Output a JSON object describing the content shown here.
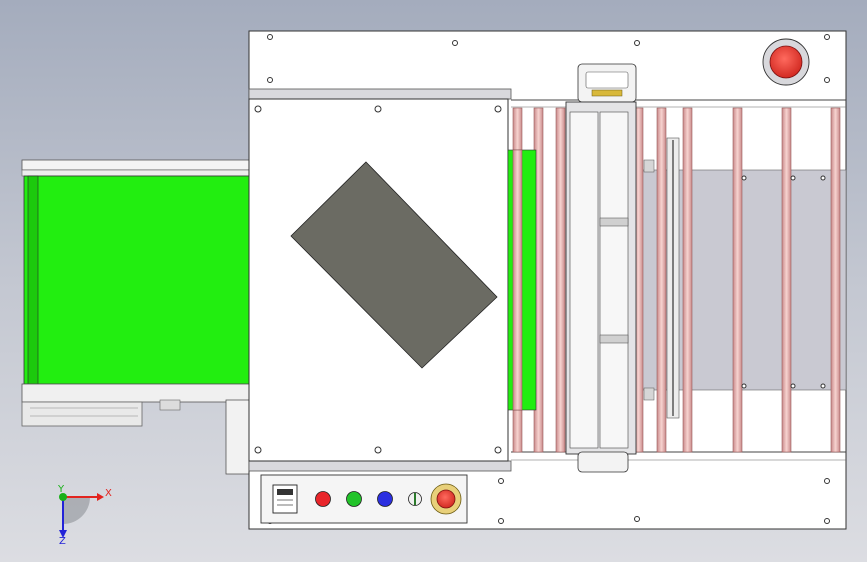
{
  "viewport": {
    "name": "cad-assembly-top-view"
  },
  "colors": {
    "background_top": "#a4acbd",
    "background_bottom": "#dcdde2",
    "frame": "#ffffff",
    "belt": "#22ee10",
    "roller": "#e9a7a7",
    "workpiece": "#6b6b63",
    "stop_button": "#e8352f",
    "grey_plate": "#c9c9d2"
  },
  "control_panel": {
    "buttons": [
      {
        "name": "red-button",
        "color": "#e8252a"
      },
      {
        "name": "green-button",
        "color": "#22c32a"
      },
      {
        "name": "blue-button",
        "color": "#2b2fe0"
      }
    ]
  },
  "triad": {
    "x_label": "X",
    "y_label": "Y",
    "z_label": "Z",
    "x_color": "#e2241f",
    "y_color": "#19b019",
    "z_color": "#2323d8"
  }
}
